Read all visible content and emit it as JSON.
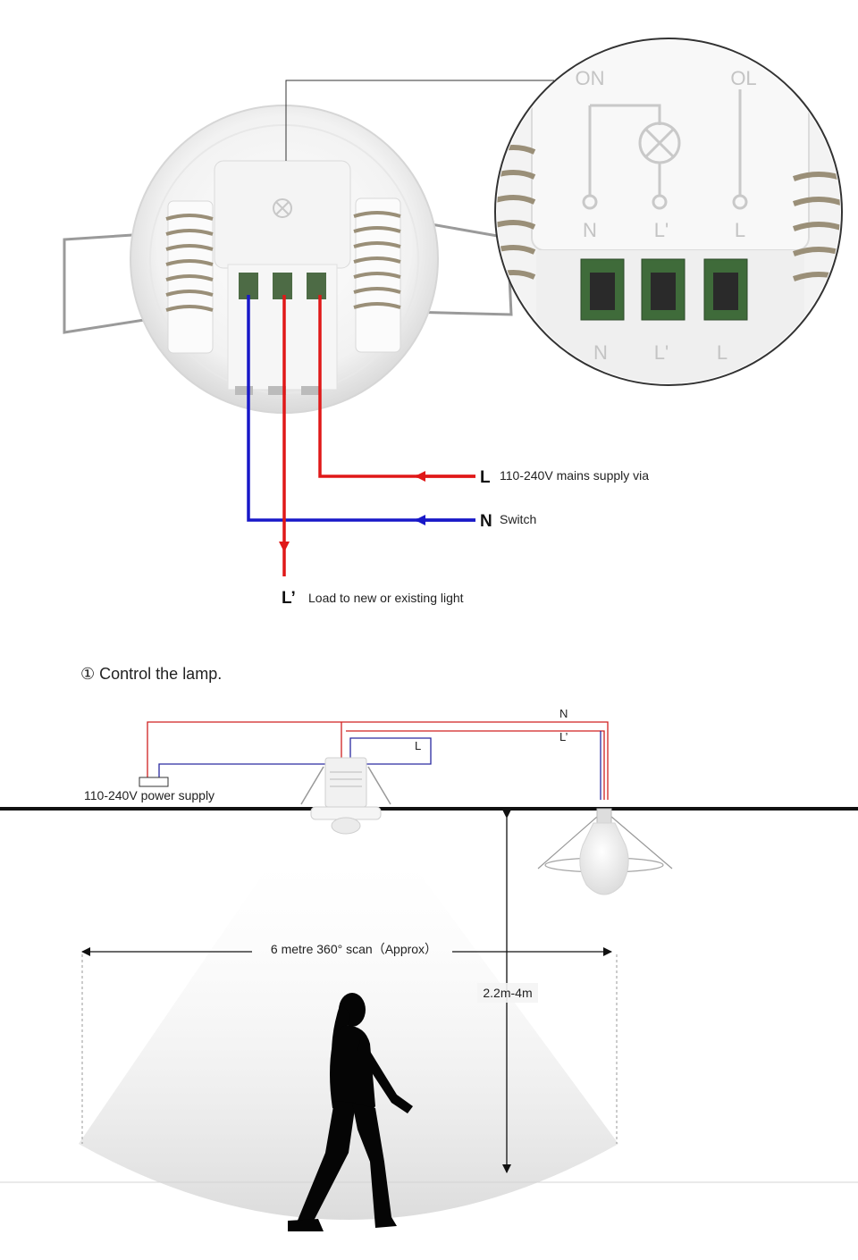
{
  "wiring": {
    "terminal_marks": {
      "on": "ON",
      "ol": "OL",
      "n": "N",
      "lprime": "L'",
      "l": "L"
    },
    "lines": {
      "l": {
        "letter": "L",
        "text": "110-240V mains supply via"
      },
      "n": {
        "letter": "N",
        "text": "Switch"
      },
      "lp": {
        "letter": "L’",
        "text": "Load to new or existing light"
      }
    }
  },
  "scene": {
    "heading": "① Control the lamp.",
    "wire_n": "N",
    "wire_lp": "L’",
    "wire_l": "L",
    "power_label": "110-240V power supply",
    "scan_label": "6 metre 360° scan（Approx）",
    "height_label": "2.2m-4m"
  },
  "colors": {
    "live": "#e01818",
    "neutral": "#1818c8",
    "ceiling": "#111111"
  }
}
